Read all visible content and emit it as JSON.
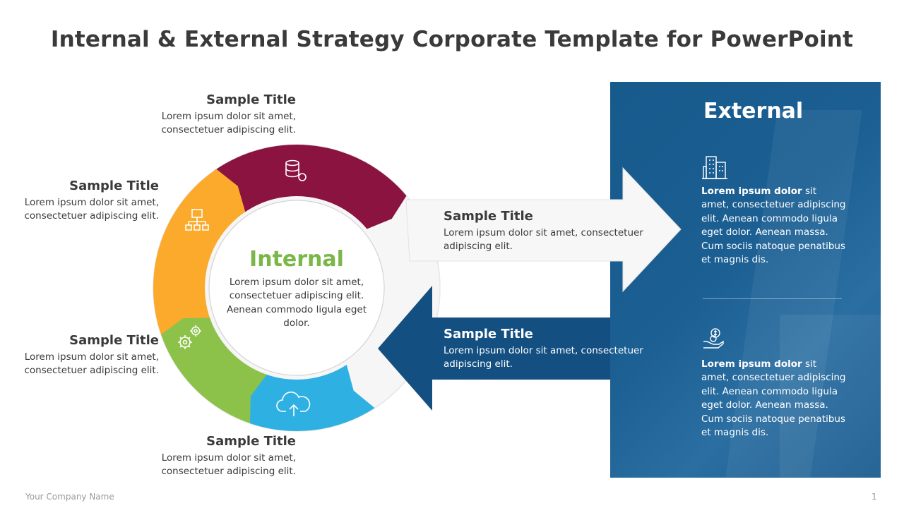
{
  "title": "Internal & External Strategy Corporate Template for PowerPoint",
  "colors": {
    "maroon": "#8a1340",
    "orange": "#fbaa2c",
    "green": "#8cc24a",
    "blue": "#2fb0e3",
    "navy": "#144f82",
    "internal_title": "#7ab648"
  },
  "segments": [
    {
      "title": "Sample Title",
      "text_1": "Lorem ipsum dolor sit amet,",
      "text_2": "consectetuer adipiscing elit.",
      "icon": "database-sync-icon"
    },
    {
      "title": "Sample Title",
      "text_1": "Lorem ipsum dolor sit amet,",
      "text_2": "consectetuer adipiscing elit.",
      "icon": "org-chart-icon"
    },
    {
      "title": "Sample Title",
      "text_1": "Lorem ipsum dolor sit amet,",
      "text_2": "consectetuer adipiscing elit.",
      "icon": "gears-icon"
    },
    {
      "title": "Sample Title",
      "text_1": "Lorem ipsum dolor sit amet,",
      "text_2": "consectetuer adipiscing elit.",
      "icon": "cloud-upload-icon"
    }
  ],
  "center": {
    "title": "Internal",
    "text": "Lorem ipsum dolor sit amet, consectetuer adipiscing elit. Aenean commodo  ligula eget dolor."
  },
  "arrows": {
    "outgoing": {
      "title": "Sample Title",
      "text": "Lorem ipsum dolor sit amet, consectetuer adipiscing elit."
    },
    "incoming": {
      "title": "Sample Title",
      "text": "Lorem ipsum dolor sit amet, consectetuer adipiscing elit."
    }
  },
  "external": {
    "title": "External",
    "items": [
      {
        "icon": "buildings-icon",
        "bold": "Lorem ipsum dolor",
        "text": " sit amet, consectetuer adipiscing elit. Aenean commodo  ligula eget dolor.  Aenean massa. Cum sociis natoque penatibus et magnis dis."
      },
      {
        "icon": "money-hand-icon",
        "bold": "Lorem ipsum dolor",
        "text": " sit amet, consectetuer adipiscing elit. Aenean commodo  ligula eget dolor.  Aenean massa. Cum sociis natoque penatibus et magnis dis."
      }
    ]
  },
  "footer": {
    "company": "Your Company  Name",
    "page": "1"
  }
}
